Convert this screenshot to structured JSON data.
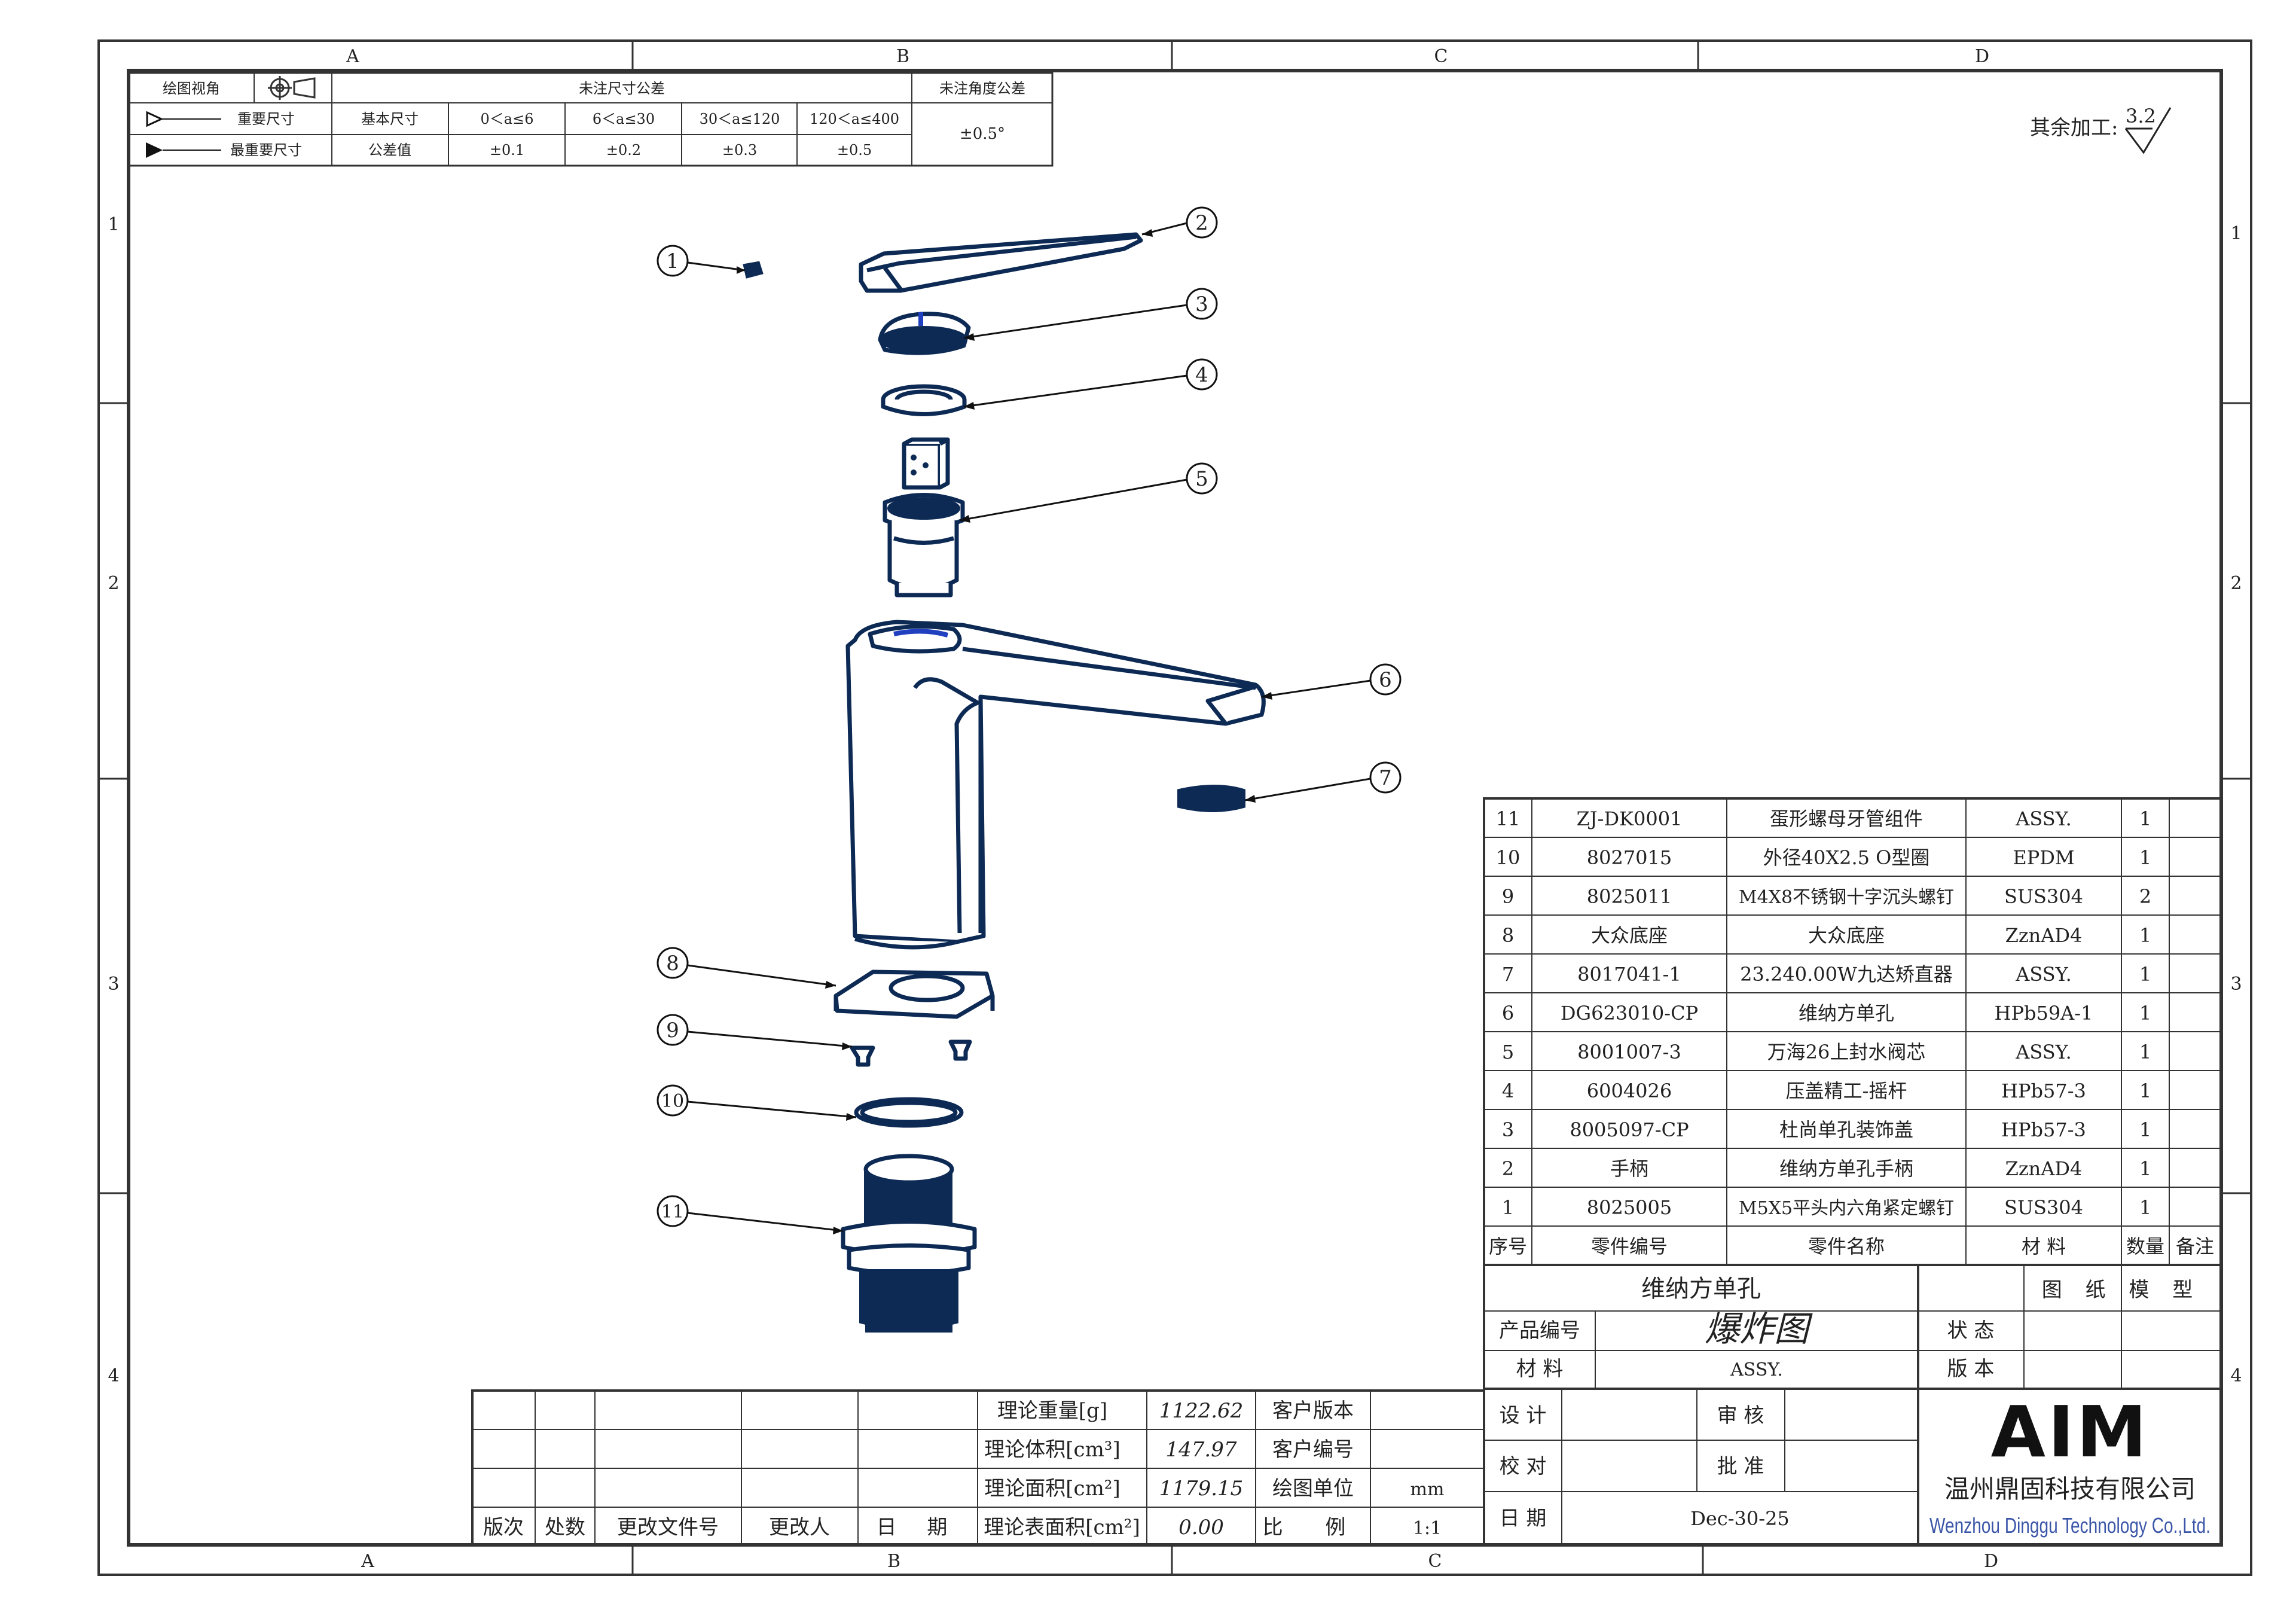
{
  "frame": {
    "top_zones": [
      "A",
      "B",
      "C",
      "D"
    ],
    "bottom_zones": [
      "A",
      "B",
      "C",
      "D"
    ],
    "side_zones": [
      "1",
      "2",
      "3",
      "4"
    ]
  },
  "tolerance_block": {
    "projection_label": "绘图视角",
    "unspecified_dim_tol": "未注尺寸公差",
    "unspecified_angle_tol": "未注角度公差",
    "important_dim": "重要尺寸",
    "most_important_dim": "最重要尺寸",
    "basic_size": "基本尺寸",
    "tolerance_value": "公差值",
    "ranges": [
      "0＜a≤6",
      "6＜a≤30",
      "30＜a≤120",
      "120＜a≤400"
    ],
    "values": [
      "±0.1",
      "±0.2",
      "±0.3",
      "±0.5"
    ],
    "angle_value": "±0.5°"
  },
  "surface_finish": {
    "label": "其余加工:",
    "value": "3.2"
  },
  "balloons": [
    "1",
    "2",
    "3",
    "4",
    "5",
    "6",
    "7",
    "8",
    "9",
    "10",
    "11"
  ],
  "bom": {
    "headers": [
      "序号",
      "零件编号",
      "零件名称",
      "材 料",
      "数量",
      "备注"
    ],
    "rows": [
      {
        "no": "11",
        "code": "ZJ-DK0001",
        "name": "蛋形螺母牙管组件",
        "material": "ASSY.",
        "qty": "1",
        "note": ""
      },
      {
        "no": "10",
        "code": "8027015",
        "name": "外径40X2.5 O型圈",
        "material": "EPDM",
        "qty": "1",
        "note": ""
      },
      {
        "no": "9",
        "code": "8025011",
        "name": "M4X8不锈钢十字沉头螺钉",
        "material": "SUS304",
        "qty": "2",
        "note": ""
      },
      {
        "no": "8",
        "code": "大众底座",
        "name": "大众底座",
        "material": "ZznAD4",
        "qty": "1",
        "note": ""
      },
      {
        "no": "7",
        "code": "8017041-1",
        "name": "23.240.00W九达矫直器",
        "material": "ASSY.",
        "qty": "1",
        "note": ""
      },
      {
        "no": "6",
        "code": "DG623010-CP",
        "name": "维纳方单孔",
        "material": "HPb59A-1",
        "qty": "1",
        "note": ""
      },
      {
        "no": "5",
        "code": "8001007-3",
        "name": "万海26上封水阀芯",
        "material": "ASSY.",
        "qty": "1",
        "note": ""
      },
      {
        "no": "4",
        "code": "6004026",
        "name": "压盖精工-摇杆",
        "material": "HPb57-3",
        "qty": "1",
        "note": ""
      },
      {
        "no": "3",
        "code": "8005097-CP",
        "name": "杜尚单孔装饰盖",
        "material": "HPb57-3",
        "qty": "1",
        "note": ""
      },
      {
        "no": "2",
        "code": "手柄",
        "name": "维纳方单孔手柄",
        "material": "ZznAD4",
        "qty": "1",
        "note": ""
      },
      {
        "no": "1",
        "code": "8025005",
        "name": "M5X5平头内六角紧定螺钉",
        "material": "SUS304",
        "qty": "1",
        "note": ""
      }
    ]
  },
  "title_block": {
    "product_name": "维纳方单孔",
    "drawing_type_label": "图 纸 模 型",
    "product_code_label": "产品编号",
    "drawing_title": "爆炸图",
    "status_label": "状 态",
    "material_label": "材 料",
    "material_value": "ASSY.",
    "version_label": "版 本",
    "design_label": "设 计",
    "review_label": "审 核",
    "check_label": "校 对",
    "approve_label": "批 准",
    "date_label": "日 期",
    "date_value": "Dec-30-25",
    "logo_text": "AIM",
    "company_cn": "温州鼎固科技有限公司",
    "company_en": "Wenzhou Dinggu Technology Co.,Ltd."
  },
  "revision_block": {
    "headers": [
      "版次",
      "处数",
      "更改文件号",
      "更改人",
      "日 期"
    ],
    "weight_label": "理论重量[g]",
    "weight_value": "1122.62",
    "volume_label": "理论体积[cm³]",
    "volume_value": "147.97",
    "area_label": "理论面积[cm²]",
    "area_value": "1179.15",
    "surface_area_label": "理论表面积[cm²]",
    "surface_area_value": "0.00",
    "customer_version_label": "客户版本",
    "customer_code_label": "客户编号",
    "unit_label": "绘图单位",
    "unit_value": "mm",
    "scale_label": "比 例",
    "scale_value": "1:1"
  }
}
